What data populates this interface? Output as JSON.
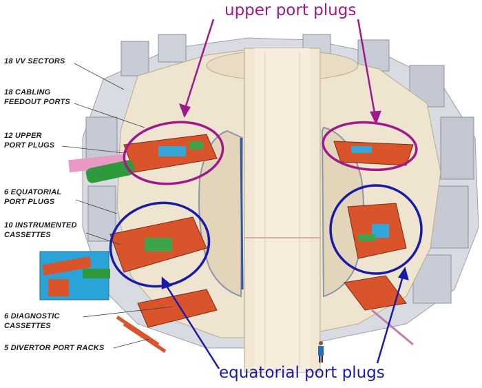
{
  "labels": {
    "vv_sectors": "18 VV SECTORS",
    "cabling_feedout": "18 CABLING\nFEEDOUT PORTS",
    "upper_port_plugs": "12 UPPER\nPORT PLUGS",
    "equatorial_port_plugs": "6 EQUATORIAL\nPORT PLUGS",
    "instrumented_cassettes": "10 INSTRUMENTED\nCASSETTES",
    "diagnostic_cassettes": "6 DIAGNOSTIC\nCASSETTES",
    "divertor_port_racks": "5 DIVERTOR PORT RACKS"
  },
  "callouts": {
    "upper": "upper port plugs",
    "equatorial": "equatorial port plugs"
  },
  "colors": {
    "upper_callout": "#a0188a",
    "equatorial_callout": "#1a1aa8",
    "port_plug": "#d9542a",
    "vessel": "#efe4cf"
  }
}
